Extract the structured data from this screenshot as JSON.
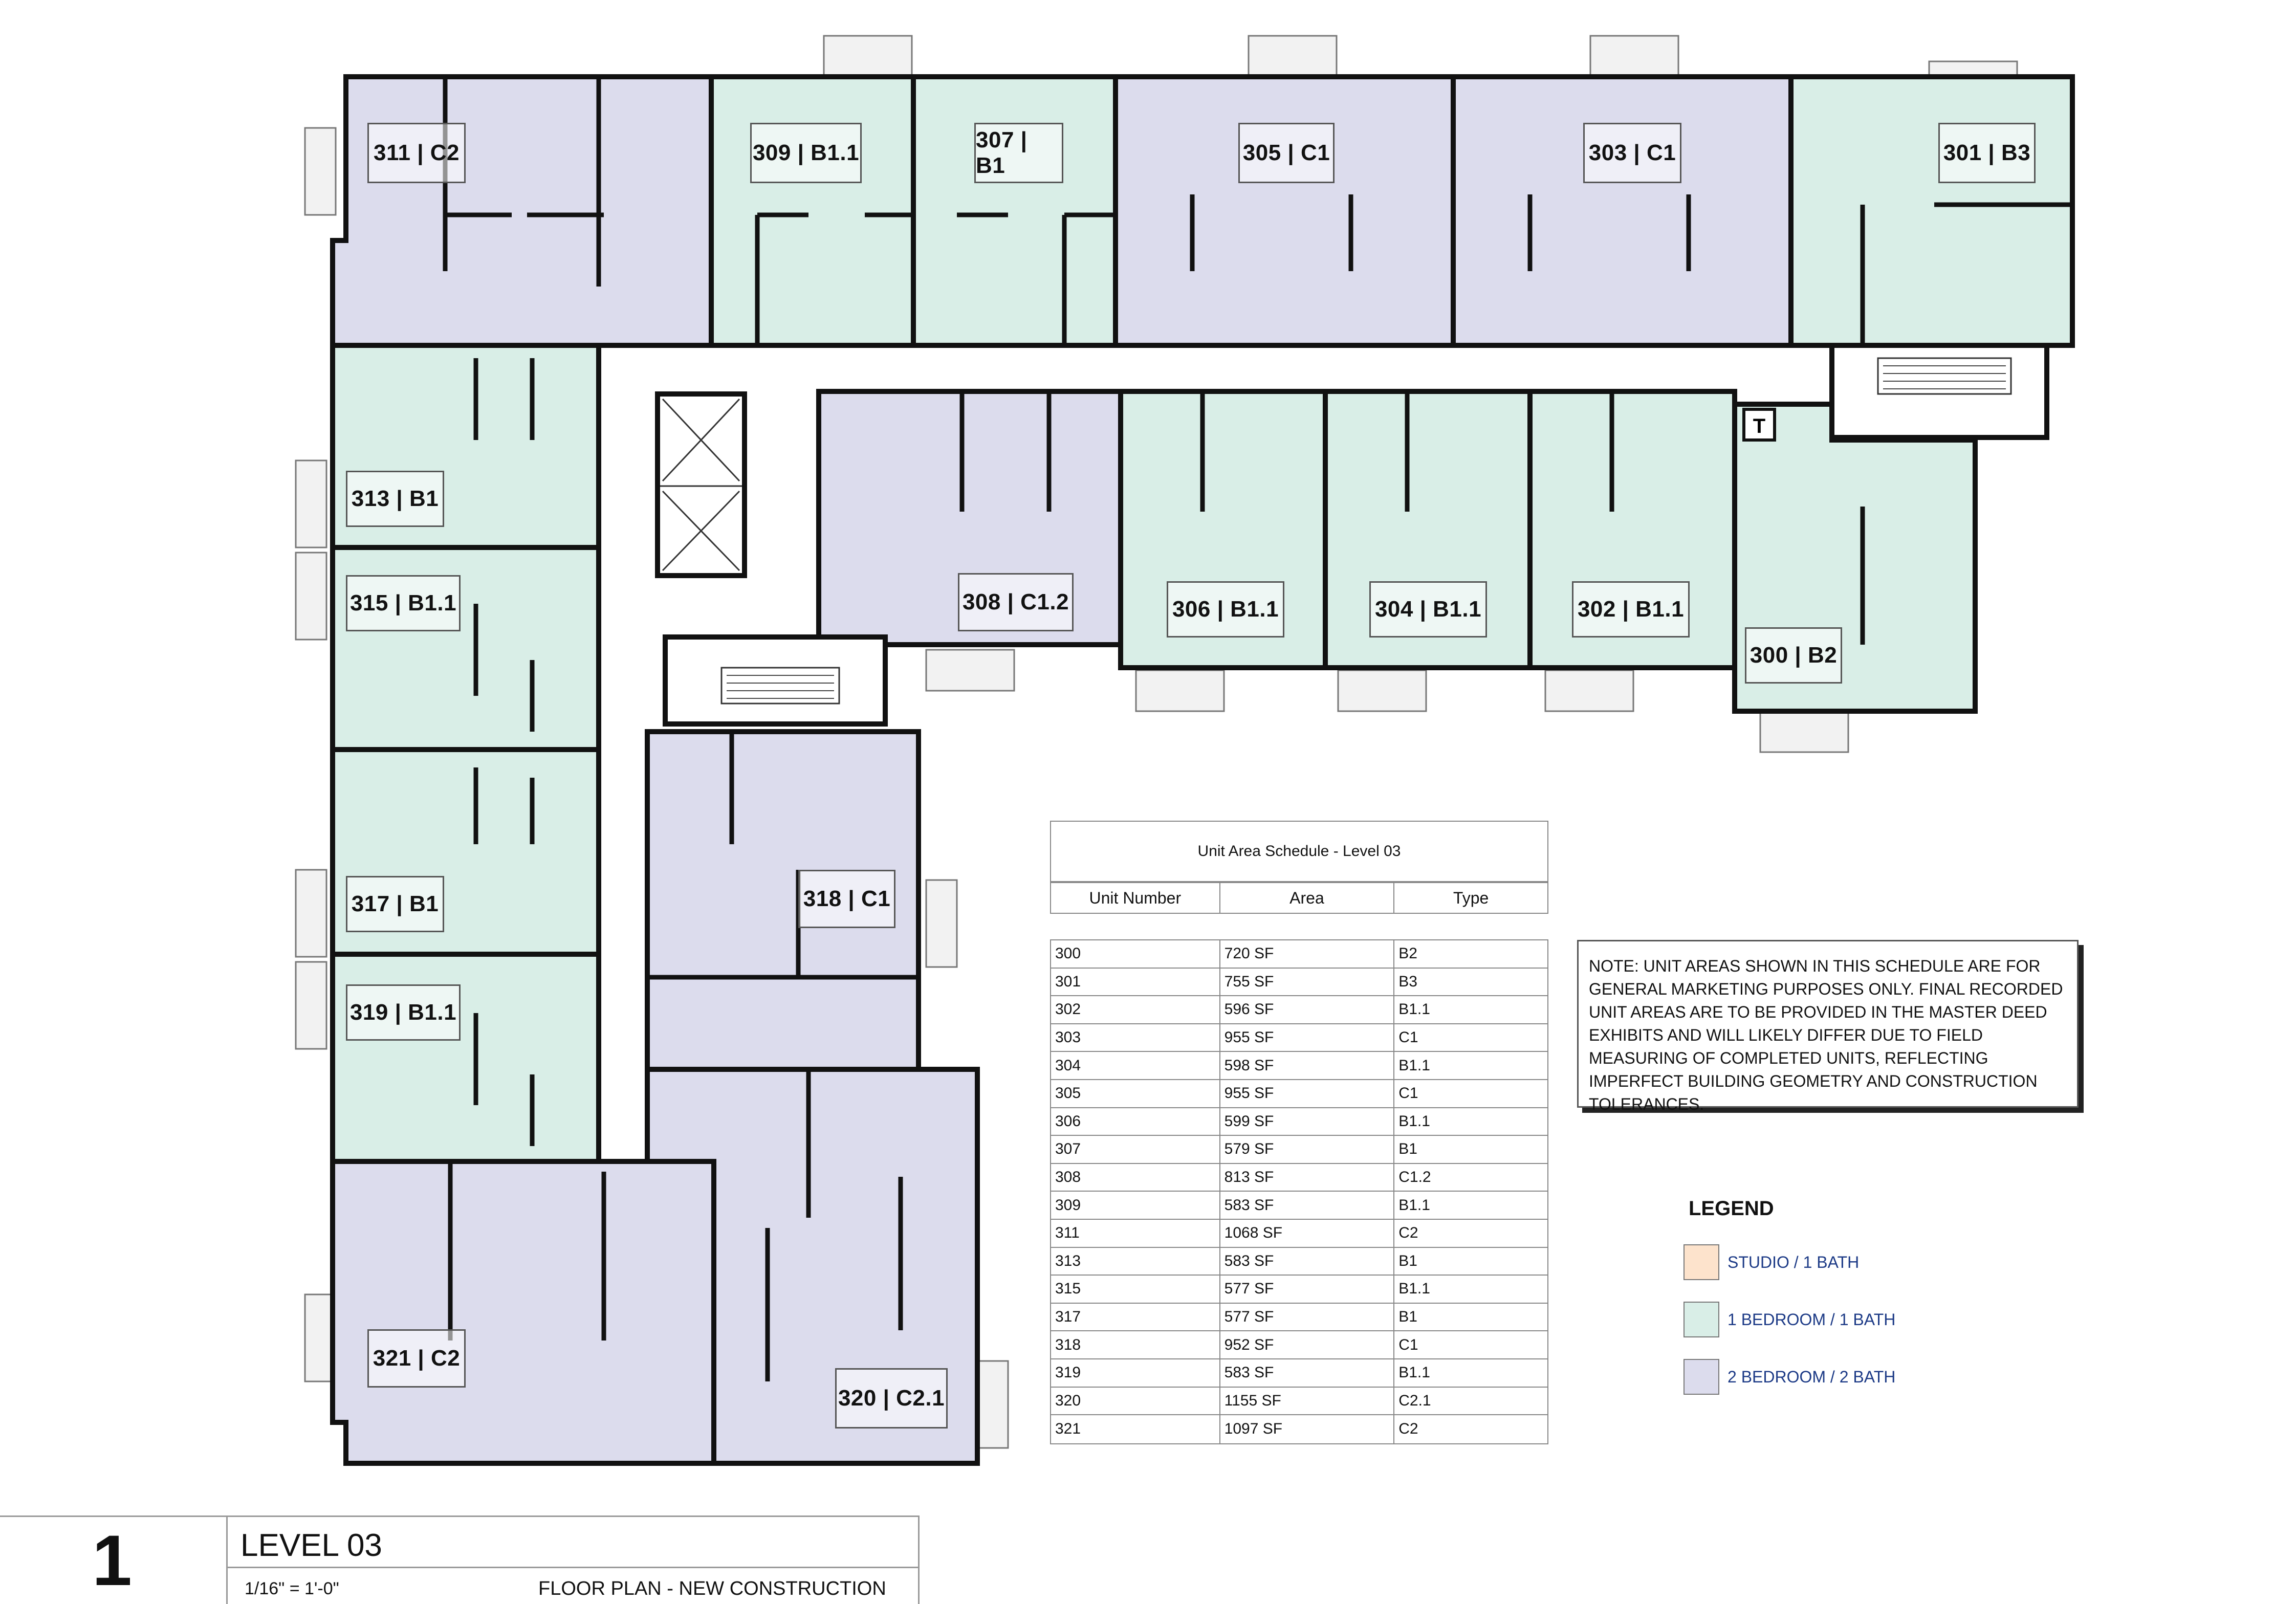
{
  "units": [
    {
      "id": "unit-311",
      "label": "311 | C2",
      "type": "2BR"
    },
    {
      "id": "unit-309",
      "label": "309 | B1.1",
      "type": "1BR"
    },
    {
      "id": "unit-307",
      "label": "307 | B1",
      "type": "1BR"
    },
    {
      "id": "unit-305",
      "label": "305 | C1",
      "type": "2BR"
    },
    {
      "id": "unit-303",
      "label": "303 | C1",
      "type": "2BR"
    },
    {
      "id": "unit-301",
      "label": "301 | B3",
      "type": "1BR"
    },
    {
      "id": "unit-313",
      "label": "313 | B1",
      "type": "1BR"
    },
    {
      "id": "unit-315",
      "label": "315 | B1.1",
      "type": "1BR"
    },
    {
      "id": "unit-317",
      "label": "317 | B1",
      "type": "1BR"
    },
    {
      "id": "unit-319",
      "label": "319 | B1.1",
      "type": "1BR"
    },
    {
      "id": "unit-321",
      "label": "321 | C2",
      "type": "2BR"
    },
    {
      "id": "unit-308",
      "label": "308 | C1.2",
      "type": "2BR"
    },
    {
      "id": "unit-306",
      "label": "306 | B1.1",
      "type": "1BR"
    },
    {
      "id": "unit-304",
      "label": "304 | B1.1",
      "type": "1BR"
    },
    {
      "id": "unit-302",
      "label": "302 | B1.1",
      "type": "1BR"
    },
    {
      "id": "unit-300",
      "label": "300 | B2",
      "type": "1BR"
    },
    {
      "id": "unit-318",
      "label": "318 | C1",
      "type": "2BR"
    },
    {
      "id": "unit-320",
      "label": "320 | C2.1",
      "type": "2BR"
    }
  ],
  "trash_label": "T",
  "schedule": {
    "title": "Unit Area Schedule - Level 03",
    "headers": [
      "Unit Number",
      "Area",
      "Type"
    ],
    "rows": [
      [
        "300",
        "720 SF",
        "B2"
      ],
      [
        "301",
        "755 SF",
        "B3"
      ],
      [
        "302",
        "596 SF",
        "B1.1"
      ],
      [
        "303",
        "955 SF",
        "C1"
      ],
      [
        "304",
        "598 SF",
        "B1.1"
      ],
      [
        "305",
        "955 SF",
        "C1"
      ],
      [
        "306",
        "599 SF",
        "B1.1"
      ],
      [
        "307",
        "579 SF",
        "B1"
      ],
      [
        "308",
        "813 SF",
        "C1.2"
      ],
      [
        "309",
        "583 SF",
        "B1.1"
      ],
      [
        "311",
        "1068 SF",
        "C2"
      ],
      [
        "313",
        "583 SF",
        "B1"
      ],
      [
        "315",
        "577 SF",
        "B1.1"
      ],
      [
        "317",
        "577 SF",
        "B1"
      ],
      [
        "318",
        "952 SF",
        "C1"
      ],
      [
        "319",
        "583 SF",
        "B1.1"
      ],
      [
        "320",
        "1155 SF",
        "C2.1"
      ],
      [
        "321",
        "1097 SF",
        "C2"
      ]
    ]
  },
  "note": "NOTE: UNIT AREAS SHOWN IN THIS SCHEDULE ARE FOR GENERAL MARKETING PURPOSES ONLY. FINAL RECORDED UNIT AREAS ARE TO BE PROVIDED IN THE MASTER DEED EXHIBITS AND WILL LIKELY DIFFER DUE TO FIELD MEASURING OF COMPLETED UNITS, REFLECTING IMPERFECT BUILDING GEOMETRY AND CONSTRUCTION TOLERANCES.",
  "legend": {
    "title": "LEGEND",
    "items": [
      {
        "label": "STUDIO / 1 BATH",
        "color": "#fde3cc"
      },
      {
        "label": "1 BEDROOM / 1 BATH",
        "color": "#d9eee7"
      },
      {
        "label": "2 BEDROOM / 2 BATH",
        "color": "#dcdced"
      }
    ]
  },
  "colors": {
    "studio": "#fde3cc",
    "one_bed": "#d9eee7",
    "two_bed": "#dcdced",
    "wall": "#111111"
  },
  "title_block": {
    "number": "1",
    "title": "LEVEL 03",
    "scale": "1/16\" = 1'-0\"",
    "subtitle": "FLOOR PLAN - NEW CONSTRUCTION"
  }
}
